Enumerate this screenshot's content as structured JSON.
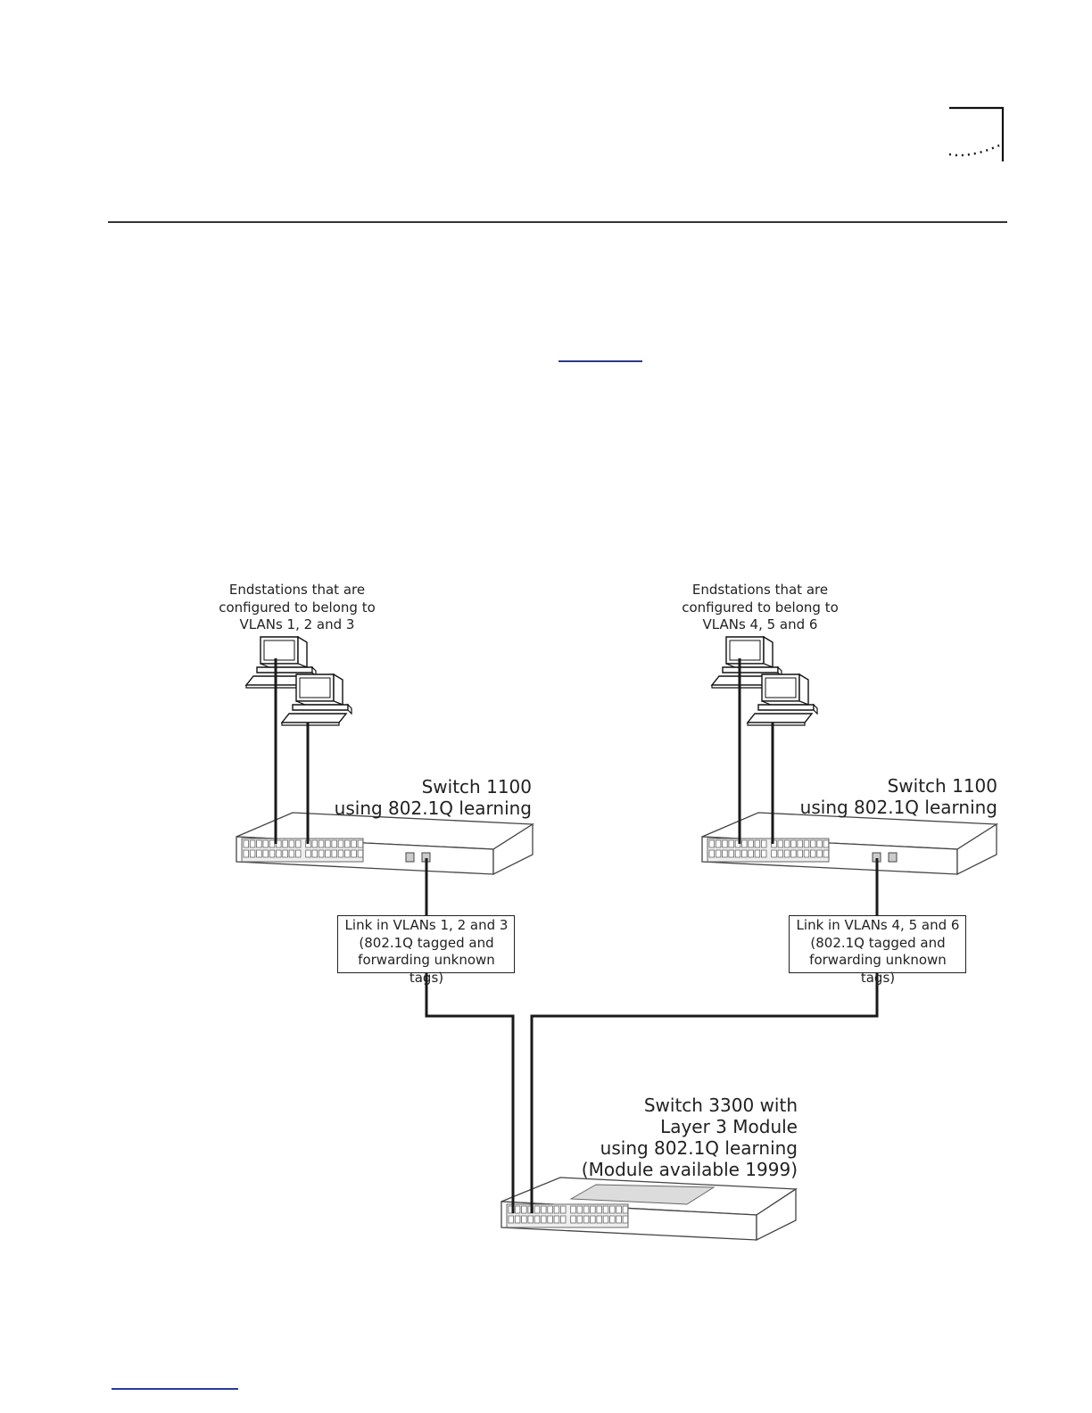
{
  "diagram": {
    "left_endstations_label": "Endstations that are\nconfigured to belong to\nVLANs 1, 2 and 3",
    "right_endstations_label": "Endstations that are\nconfigured to belong to\nVLANs 4, 5 and 6",
    "left_switch_label": "Switch 1100\nusing 802.1Q learning",
    "right_switch_label": "Switch 1100\nusing 802.1Q learning",
    "left_link_label": "Link in VLANs 1, 2 and 3\n(802.1Q tagged and\nforwarding unknown tags)",
    "right_link_label": "Link in VLANs 4, 5 and 6\n(802.1Q tagged and\nforwarding unknown tags)",
    "core_switch_label": "Switch 3300 with\nLayer 3 Module\nusing 802.1Q learning\n(Module available 1999)"
  },
  "colors": {
    "line": "#1a1a1a",
    "link_underline": "#2a3a9a",
    "module_fill": "#dcdcdc"
  }
}
